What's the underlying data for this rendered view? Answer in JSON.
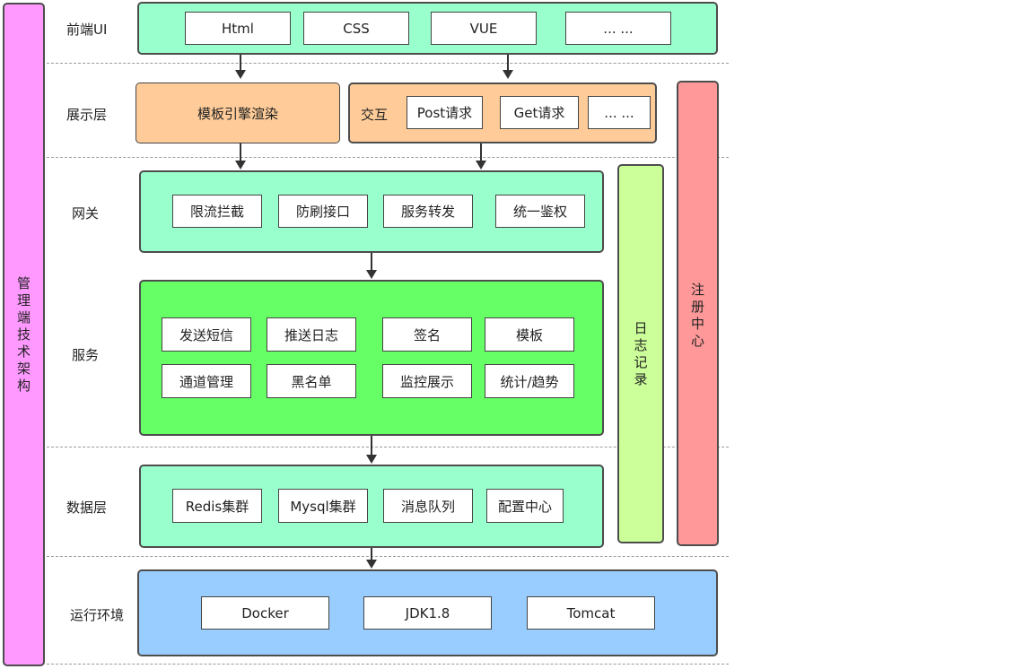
{
  "side_left": {
    "label": "管理端技术架构",
    "color": "#ff99ff"
  },
  "side_register": {
    "label": "注册中心",
    "color": "#ff9999"
  },
  "side_log": {
    "label": "日志记录",
    "color": "#ccff99"
  },
  "layers": [
    {
      "id": "frontend",
      "label": "前端UI",
      "color": "#99ffcc",
      "items": [
        "Html",
        "CSS",
        "VUE",
        "... ..."
      ]
    },
    {
      "id": "display",
      "label": "展示层",
      "color": "#ffcc99",
      "template_box": "模板引擎渲染",
      "interaction_label": "交互",
      "items": [
        "Post请求",
        "Get请求",
        "... ..."
      ]
    },
    {
      "id": "gateway",
      "label": "网关",
      "color": "#99ffcc",
      "items": [
        "限流拦截",
        "防刷接口",
        "服务转发",
        "统一鉴权"
      ]
    },
    {
      "id": "service",
      "label": "服务",
      "color": "#66ff66",
      "items": [
        "发送短信",
        "推送日志",
        "签名",
        "模板",
        "通道管理",
        "黑名单",
        "监控展示",
        "统计/趋势"
      ]
    },
    {
      "id": "data",
      "label": "数据层",
      "color": "#99ffcc",
      "items": [
        "Redis集群",
        "Mysql集群",
        "消息队列",
        "配置中心"
      ]
    },
    {
      "id": "runtime",
      "label": "运行环境",
      "color": "#99ccff",
      "items": [
        "Docker",
        "JDK1.8",
        "Tomcat"
      ]
    }
  ]
}
